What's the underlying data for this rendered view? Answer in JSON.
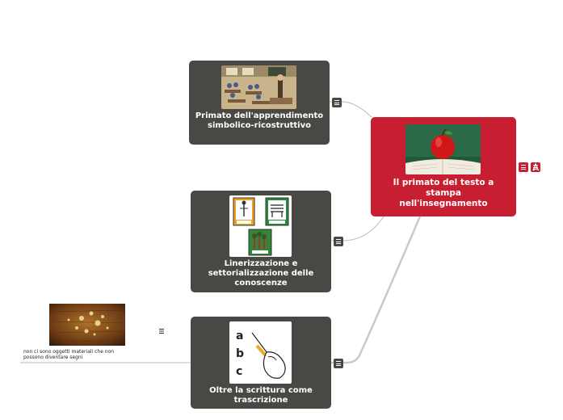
{
  "colors": {
    "node_dark": "#4a4845",
    "node_root": "#c81e32",
    "connector": "#b9b9b9",
    "text_on_node": "#ffffff"
  },
  "root": {
    "title": "Il primato del testo a stampa nell'insegnamento",
    "image": "apple-on-book-image",
    "icons": [
      "notes-icon",
      "acrobat-icon"
    ]
  },
  "branches": [
    {
      "title": "Primato dell'apprendimento simbolico-ricostruttivo",
      "image": "classroom-illustration-image",
      "icon": "notes-icon"
    },
    {
      "title": "Linerizzazione e settorializzazione delle conoscenze",
      "image": "picture-cards-image",
      "icon": "notes-icon"
    },
    {
      "title": "Oltre la scrittura come trascrizione",
      "image": "hand-writing-abc-image",
      "icon": "notes-icon",
      "child": {
        "text": "non ci sono oggetti materiali che non possono diventare segni",
        "image": "crumbs-on-wood-image",
        "icon": "notes-icon"
      }
    }
  ]
}
